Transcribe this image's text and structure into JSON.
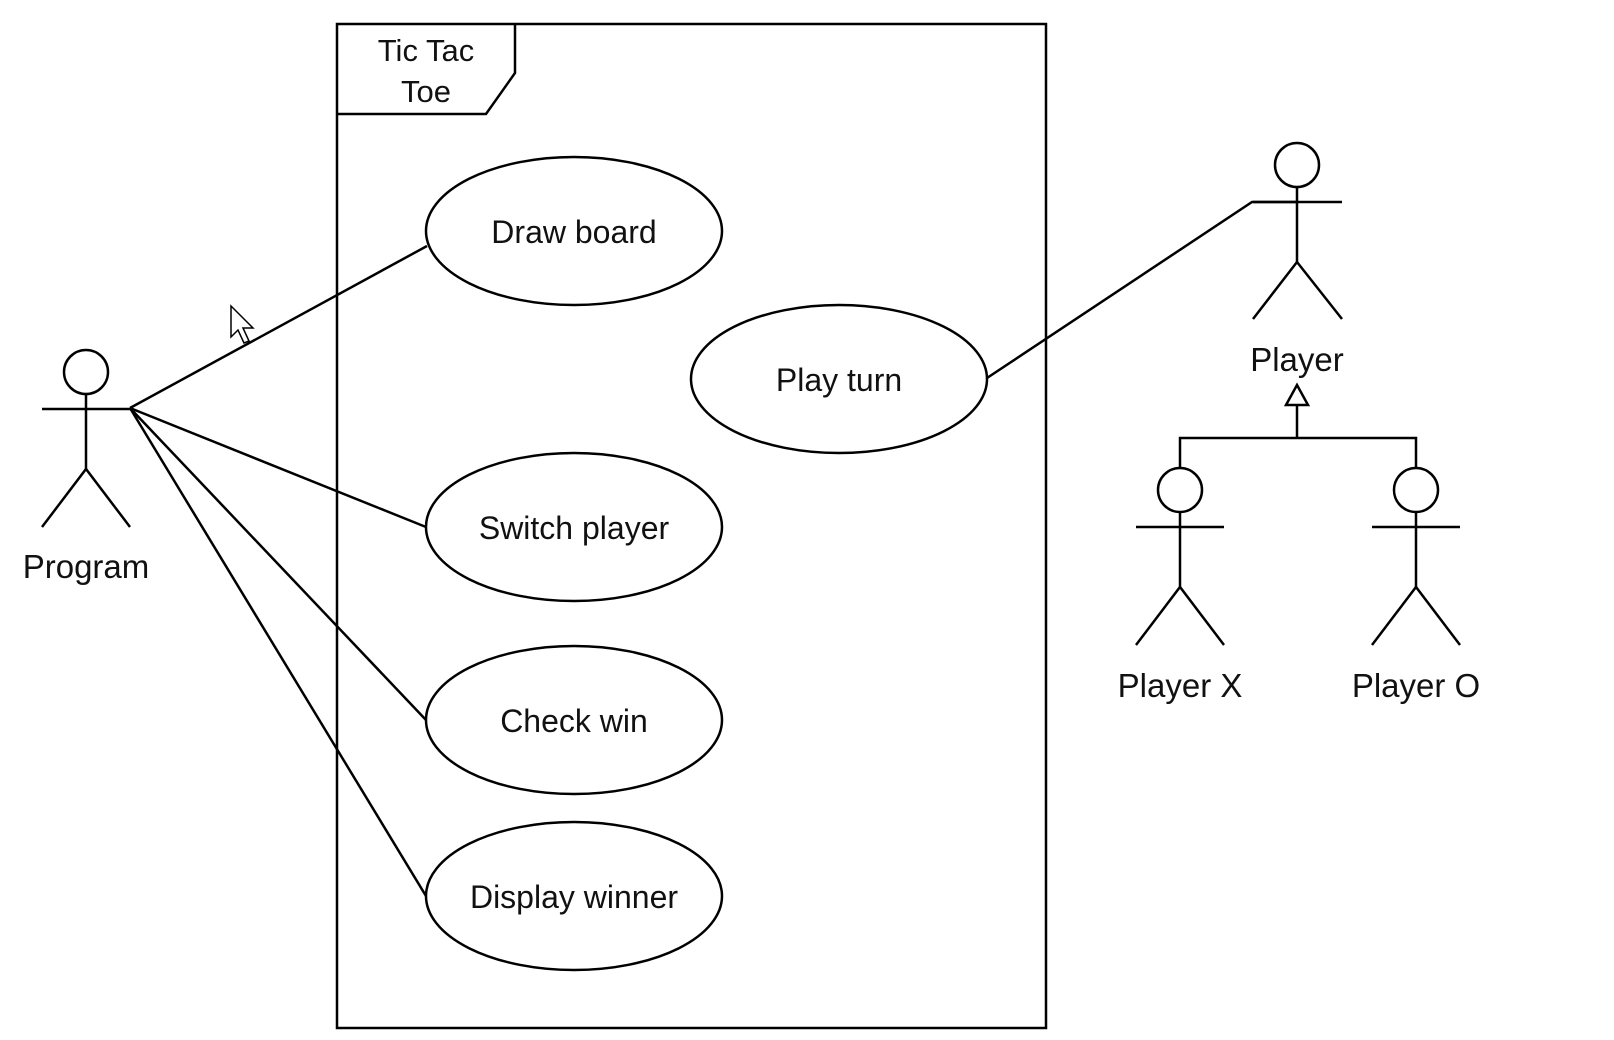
{
  "system": {
    "title_line1": "Tic Tac",
    "title_line2": "Toe"
  },
  "use_cases": {
    "draw_board": "Draw board",
    "play_turn": "Play turn",
    "switch_player": "Switch player",
    "check_win": "Check win",
    "display_winner": "Display winner"
  },
  "actors": {
    "program": "Program",
    "player": "Player",
    "player_x": "Player X",
    "player_o": "Player O"
  }
}
